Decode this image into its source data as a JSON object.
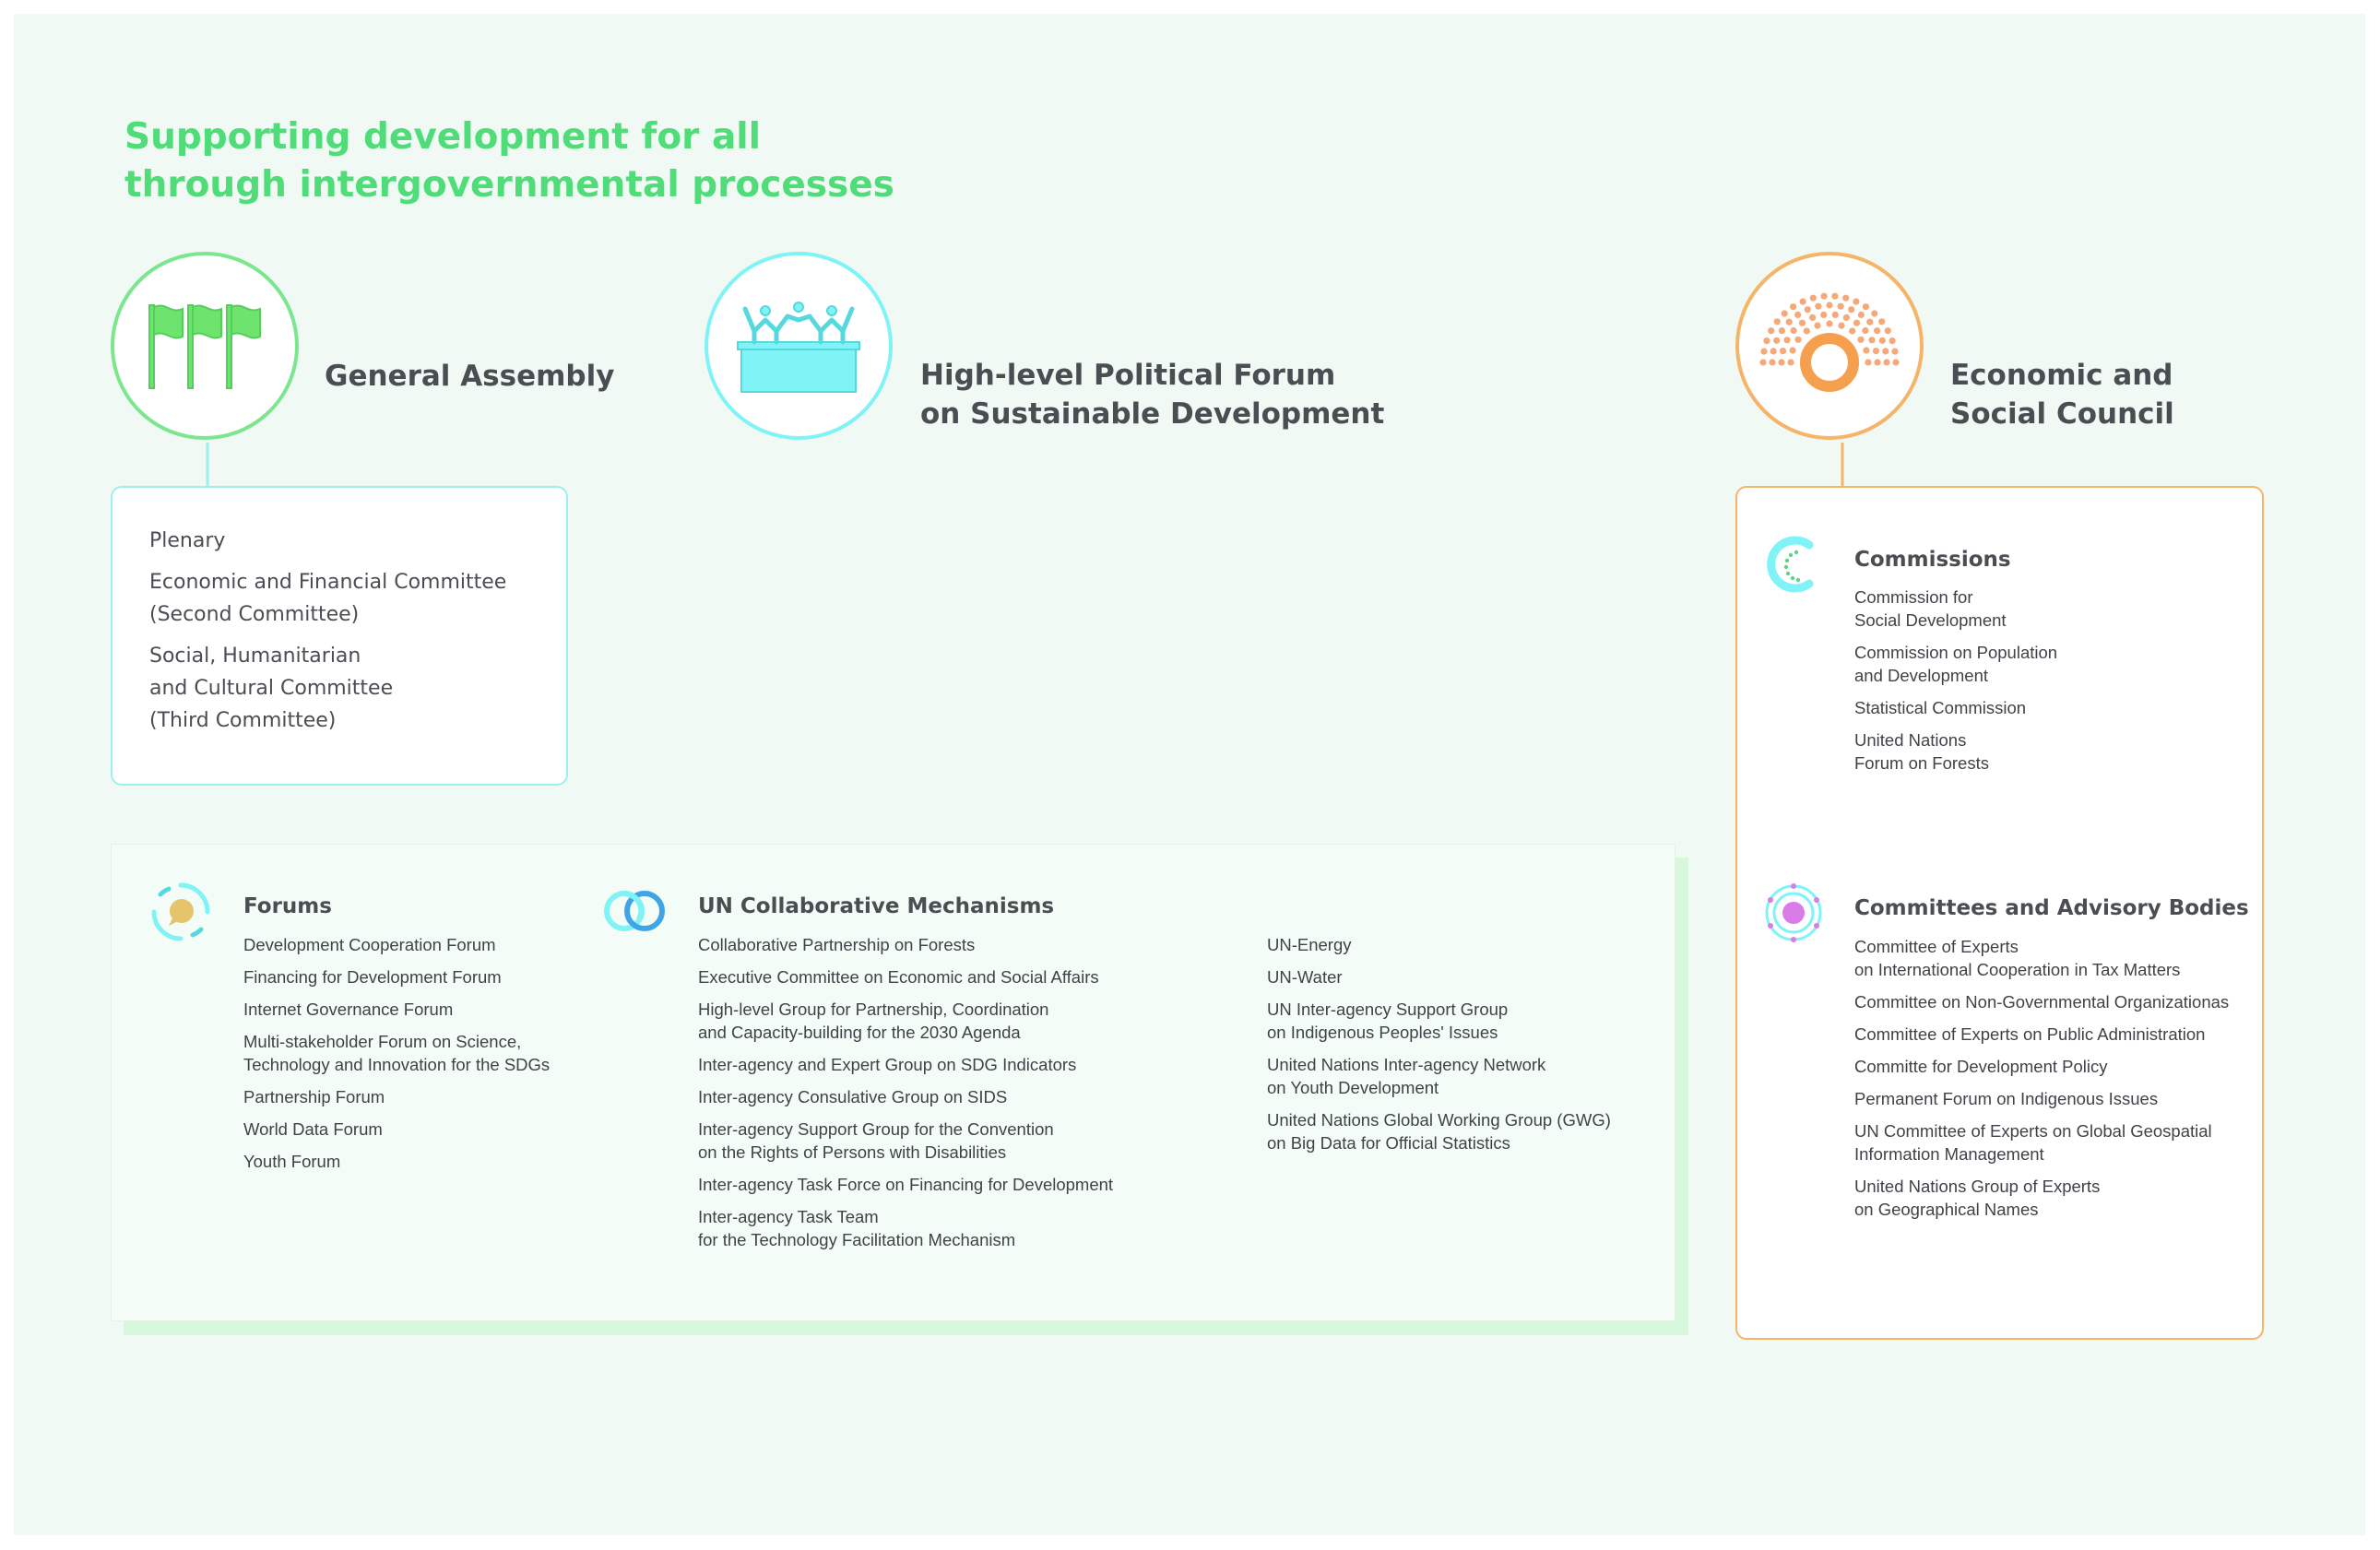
{
  "title_lines": [
    "Supporting development for all",
    "through intergovernmental processes"
  ],
  "colors": {
    "title": "#4fdc79",
    "ga": "#7ce68f",
    "hlpf": "#7ff3f5",
    "ecosoc": "#f5b468",
    "text": "#4a4e53"
  },
  "nodes": {
    "ga": {
      "label": "General Assembly",
      "icon": "flags-icon"
    },
    "hlpf": {
      "label_lines": [
        "High-level Political Forum",
        "on Sustainable Development"
      ],
      "icon": "podium-icon"
    },
    "ecosoc": {
      "label_lines": [
        "Economic and",
        "Social Council"
      ],
      "icon": "council-chamber-icon"
    }
  },
  "ga_box": {
    "items": [
      "Plenary",
      "Economic and Financial Committee\n(Second Committee)",
      "Social, Humanitarian\nand Cultural Committee\n(Third Committee)"
    ]
  },
  "forums": {
    "heading": "Forums",
    "icon": "speech-bubble-icon",
    "items": [
      "Development  Cooperation Forum",
      "Financing for Development Forum",
      "Internet Governance Forum",
      "Multi-stakeholder Forum on Science,\nTechnology and Innovation for the SDGs",
      "Partnership Forum",
      "World Data Forum",
      "Youth Forum"
    ]
  },
  "mechanisms": {
    "heading": "UN Collaborative Mechanisms",
    "icon": "linked-rings-icon",
    "col1": [
      "Collaborative Partnership on Forests",
      "Executive Committee on Economic and Social Affairs",
      "High-level Group for Partnership, Coordination\nand Capacity-building for the 2030 Agenda",
      "Inter-agency and Expert Group on SDG Indicators",
      "Inter-agency Consulative Group on SIDS",
      "Inter-agency Support Group for the Convention\non the Rights of Persons with Disabilities",
      "Inter-agency Task Force on Financing for Development",
      "Inter-agency Task Team\nfor the Technology Facilitation Mechanism"
    ],
    "col2": [
      "UN-Energy",
      "UN-Water",
      "UN Inter-agency Support Group\non Indigenous Peoples' Issues",
      "United Nations Inter-agency Network\non Youth Development",
      "United Nations Global Working Group (GWG)\non Big Data for Official Statistics"
    ]
  },
  "commissions": {
    "heading": "Commissions",
    "icon": "c-ring-icon",
    "items": [
      "Commission for\nSocial Development",
      "Commission on Population\nand Development",
      "Statistical Commission",
      "United Nations\nForum on Forests"
    ]
  },
  "committees": {
    "heading": "Committees and Advisory Bodies",
    "icon": "orbit-icon",
    "items": [
      "Committee of Experts\non International Cooperation in Tax Matters",
      "Committee on Non-Governmental Organizationas",
      "Committee of Experts on Public Administration",
      "Committe for Development Policy",
      "Permanent Forum on Indigenous Issues",
      "UN Committee of Experts on Global Geospatial\nInformation Management",
      "United Nations Group of Experts\non Geographical Names"
    ]
  }
}
